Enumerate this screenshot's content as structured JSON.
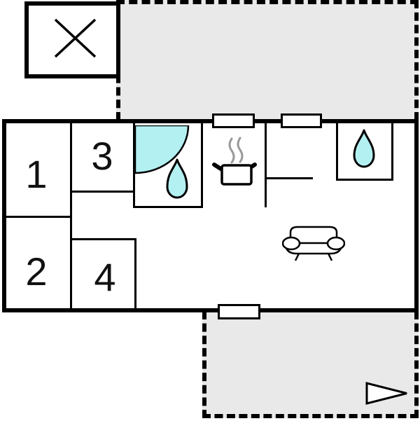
{
  "plan": {
    "type": "holiday-home floor plan",
    "rooms": [
      {
        "label": "1"
      },
      {
        "label": "2"
      },
      {
        "label": "3"
      },
      {
        "label": "4"
      }
    ],
    "icons": {
      "crossed_box": "crossed-box-window",
      "shower": "corner-shower-quarter-circle",
      "shower_drop": "water-drop",
      "wc_drop": "water-drop",
      "stove": "steaming-pot",
      "sofa": "sofa",
      "arrow": "direction-arrow"
    },
    "colors": {
      "wall": "#000000",
      "terrace": "#e9e9e9",
      "water": "#b3f0f2",
      "steam": "#999999",
      "background": "#ffffff"
    }
  }
}
